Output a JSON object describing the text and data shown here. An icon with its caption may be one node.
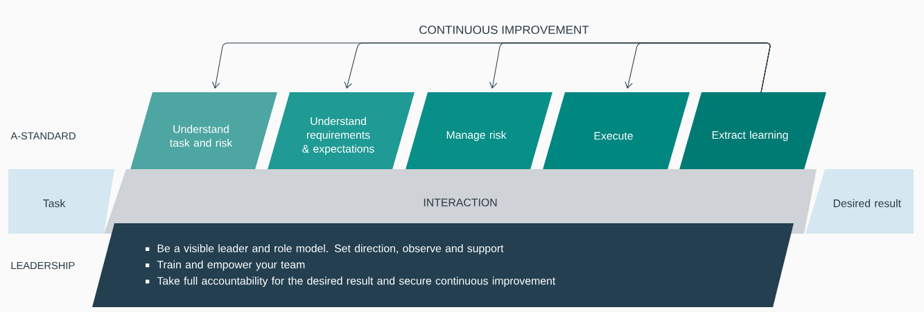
{
  "diagram": {
    "nodes": [
      {
        "text": [
          "Understand task and risk"
        ]
      },
      {
        "text": [
          "Understand requirements & expectations"
        ]
      },
      {
        "text": [
          "Manage risk"
        ]
      },
      {
        "text": [
          "Execute"
        ]
      },
      {
        "text": [
          "Extract learning"
        ]
      },
      {
        "text": [
          "Task"
        ]
      },
      {
        "text": [
          "INTERACTION"
        ]
      },
      {
        "text": [
          "Desired result"
        ]
      },
      {
        "text": [
          "Be a visible leader and role model. Set direction, observe and support",
          "Train and empower your team",
          "Take full accountability for the desired result and secure continuous improvement"
        ]
      }
    ],
    "edges": [
      {
        "from": 4,
        "to": 0,
        "arrow": "to"
      },
      {
        "from": 4,
        "to": 1,
        "arrow": "to"
      },
      {
        "from": 4,
        "to": 2,
        "arrow": "to"
      },
      {
        "from": 4,
        "to": 3,
        "arrow": "to"
      }
    ],
    "labels": [
      "CONTINUOUS IMPROVEMENT",
      "A-STANDARD",
      "LEADERSHIP"
    ]
  }
}
